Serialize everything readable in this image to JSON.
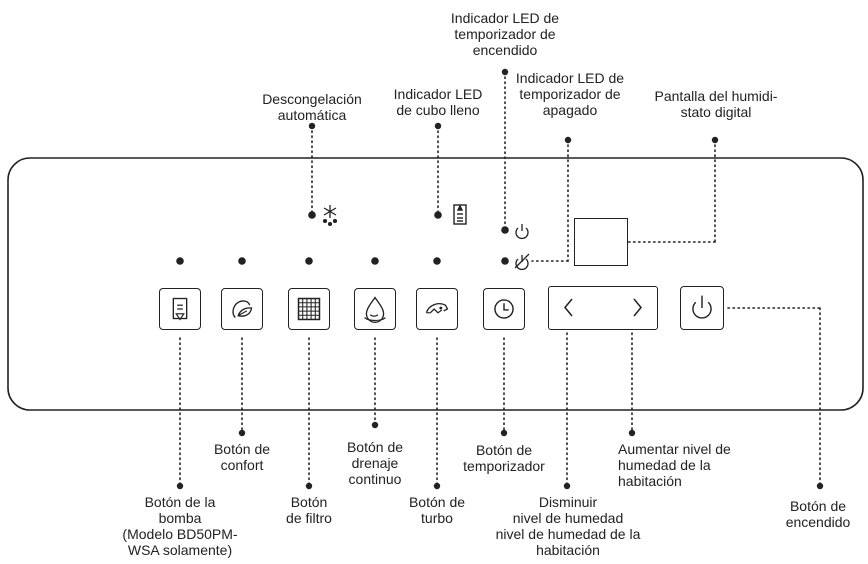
{
  "labels": {
    "timer_on_led": "Indicador LED de\ntemporizador de\nencendido",
    "defrost": "Descongelación\nautomática",
    "bucket_full_led": "Indicador LED\nde cubo lleno",
    "timer_off_led": "Indicador LED de\ntemporizador de\napagado",
    "humidistat_display": "Pantalla del humidi-\nstato digital",
    "pump_button": "Botón de la\nbomba\n(Modelo BD50PM-\nWSA solamente)",
    "comfort_button": "Botón de\nconfort",
    "filter_button": "Botón\nde filtro",
    "drain_button": "Botón de\ndrenaje\ncontinuo",
    "turbo_button": "Botón de\nturbo",
    "timer_button": "Botón de\ntemporizador",
    "decrease_humidity": "Disminuir\nnivel de humedad\nnivel de humedad de la\nhabitación",
    "increase_humidity": "Aumentar nivel de\nhumedad de la\nhabitación",
    "power_button": "Botón de\nencendido"
  },
  "icons": {
    "pump": "pump-icon",
    "comfort": "comfort-leaf-icon",
    "filter": "filter-grid-icon",
    "drain": "water-drop-icon",
    "turbo": "turbo-fan-icon",
    "timer": "clock-icon",
    "left": "chevron-left-icon",
    "right": "chevron-right-icon",
    "power": "power-icon",
    "defrost": "snowflake-icon",
    "bucket": "bucket-full-icon"
  }
}
